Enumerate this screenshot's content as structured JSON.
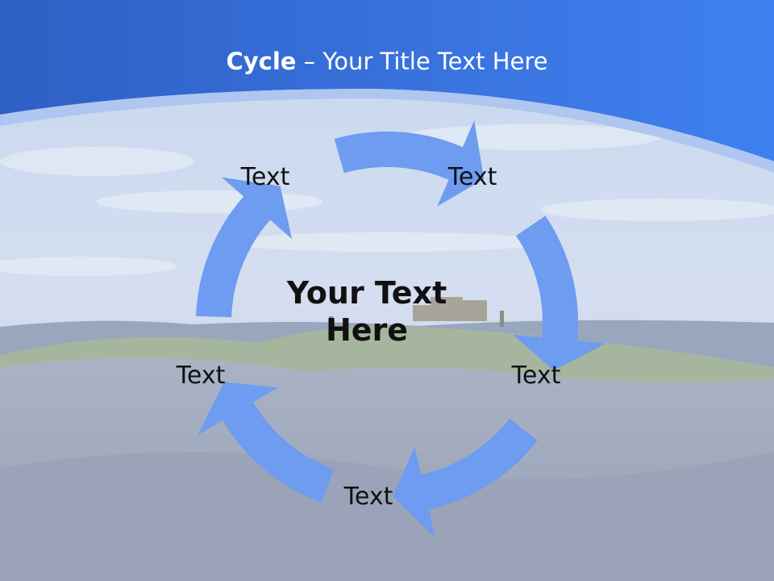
{
  "slide": {
    "title_bold": "Cycle",
    "title_rest": " – Your Title Text Here",
    "center_text": "Your Text Here",
    "labels": [
      "Text",
      "Text",
      "Text",
      "Text",
      "Text"
    ]
  },
  "colors": {
    "header_blue": "#3a78e6",
    "arrow_fill": "#6d9cf0",
    "text": "#111111"
  }
}
